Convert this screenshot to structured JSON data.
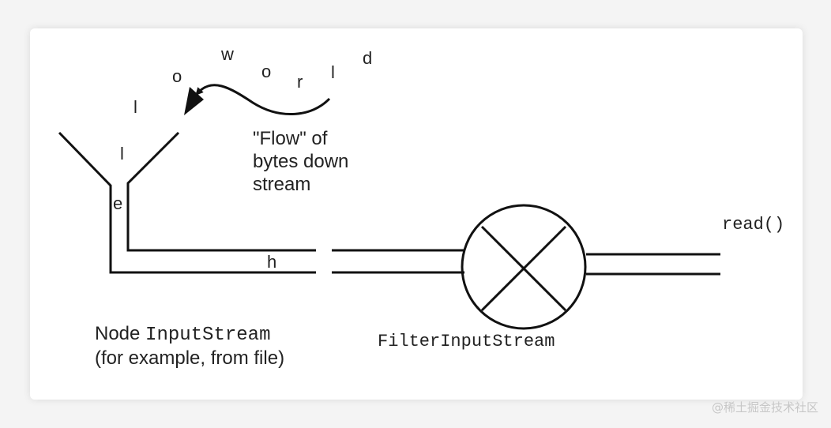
{
  "flow_letters": [
    "e",
    "l",
    "l",
    "o",
    "w",
    "o",
    "r",
    "l",
    "d"
  ],
  "pipe_letter": "h",
  "flow_caption": [
    "\"Flow\" of",
    "bytes down",
    "stream"
  ],
  "node_label": {
    "prefix": "Node ",
    "code": "InputStream",
    "line2": "(for example, from file)"
  },
  "filter_label": "FilterInputStream",
  "read_label": "read()",
  "watermark": "@稀土掘金技术社区"
}
